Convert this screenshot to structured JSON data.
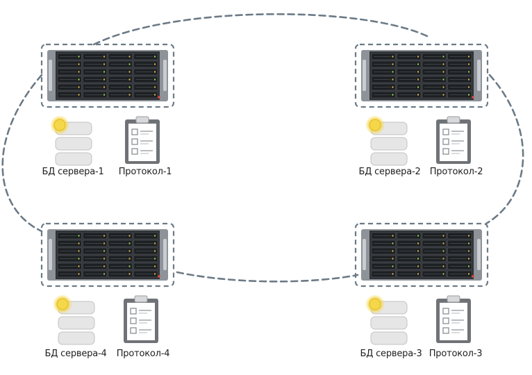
{
  "diagram": {
    "nodes": [
      {
        "id": "server-1",
        "db_label": "БД сервера-1",
        "log_label": "Протокол-1"
      },
      {
        "id": "server-2",
        "db_label": "БД сервера-2",
        "log_label": "Протокол-2"
      },
      {
        "id": "server-3",
        "db_label": "БД сервера-3",
        "log_label": "Протокол-3"
      },
      {
        "id": "server-4",
        "db_label": "БД сервера-4",
        "log_label": "Протокол-4"
      }
    ],
    "connection": "dashed-ring",
    "colors": {
      "dash": "#6b7a86",
      "rack_frame": "#8d9398",
      "rack_body": "#2f3236",
      "drive": "#1d2023",
      "db_light": "#f5d74a",
      "db_stack": "#e6e6e6",
      "clipboard": "#6f7377"
    }
  }
}
